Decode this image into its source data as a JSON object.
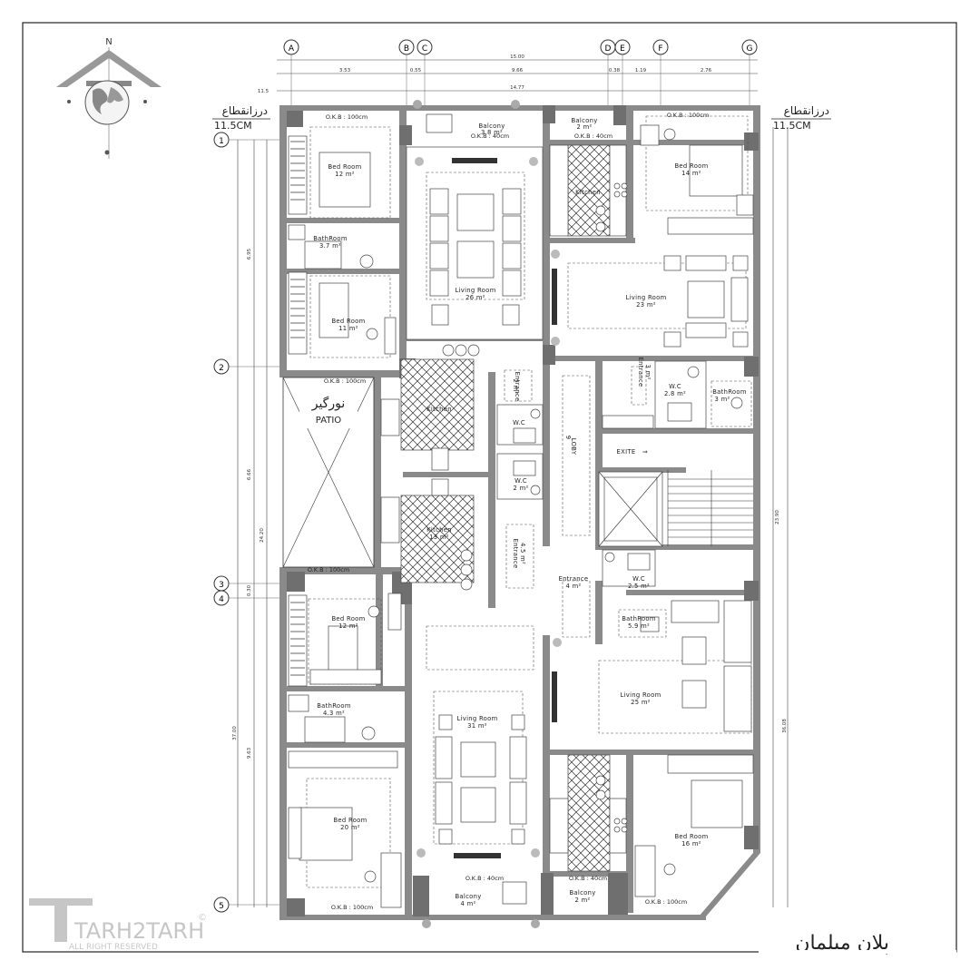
{
  "title_fa": "پلان مبلمان",
  "watermark": {
    "brand": "TARH2TARH",
    "rights": "ALL RIGHT RESERVED"
  },
  "north": {
    "label": "N"
  },
  "section_labels": {
    "left": {
      "fa": "درزانقطاع",
      "value": "11.5CM"
    },
    "right": {
      "fa": "درزانقطاع",
      "value": "11.5CM"
    }
  },
  "grid_columns": [
    "A",
    "B",
    "C",
    "D",
    "E",
    "F",
    "G"
  ],
  "grid_rows": [
    "1",
    "2",
    "3",
    "4",
    "5"
  ],
  "dims_top": {
    "total": "15.00",
    "inner": "14.77",
    "seg": [
      "3.53",
      "0.55",
      "9.66",
      "0.38",
      "1.19",
      "2.76"
    ],
    "left": "11.5"
  },
  "dims_left": {
    "a": "6.95",
    "b": "6.66",
    "c": "0.30",
    "d": "9.63",
    "t1": "24.20",
    "t2": "37.00"
  },
  "dims_right": {
    "t1": "23.90",
    "t2": "36.08"
  },
  "ok_labels": {
    "w100": "O.K.B : 100cm",
    "w40": "O.K.B : 40cm"
  },
  "rooms": {
    "bed_tl": {
      "name": "Bed Room",
      "area": "12 m²"
    },
    "bath_tl": {
      "name": "BathRoom",
      "area": "3.7 m²"
    },
    "bed_ml": {
      "name": "Bed Room",
      "area": "11 m²"
    },
    "balcony_t": {
      "name": "Balcony",
      "area": "3.8 m²"
    },
    "living_tc": {
      "name": "Living Room",
      "area": "26 m²"
    },
    "balcony_tr": {
      "name": "Balcony",
      "area": "2 m²"
    },
    "kitchen_tr": {
      "name": "Kitchen"
    },
    "bed_tr": {
      "name": "Bed Room",
      "area": "14 m²"
    },
    "living_tr": {
      "name": "Living Room",
      "area": "23 m²"
    },
    "patio": {
      "fa": "نورگیر",
      "en": "PATIO"
    },
    "kitchen_m1": {
      "name": "Kitchen"
    },
    "entrance_m1": {
      "name": "Entrance",
      "area": "2 m²"
    },
    "wc_m1": {
      "name": "W.C"
    },
    "wc_m2": {
      "name": "W.C",
      "area": "2 m²"
    },
    "lobby": {
      "name": "LOBY",
      "area": "9"
    },
    "entrance_r": {
      "name": "Entrance",
      "area": "3 m²"
    },
    "wc_r": {
      "name": "W.C",
      "area": "2.8 m²"
    },
    "bath_r": {
      "name": "BathRoom",
      "area": "3 m²"
    },
    "exit": {
      "name": "EXITE"
    },
    "kitchen_m2": {
      "name": "Kitchen",
      "area": "13 m²"
    },
    "entrance_m2": {
      "name": "Entrance",
      "area": "4.5 m²"
    },
    "entrance_c": {
      "name": "Entrance",
      "area": "4 m²"
    },
    "wc_c": {
      "name": "W.C",
      "area": "2.5 m²"
    },
    "bath_c": {
      "name": "BathRoom",
      "area": "5.9 m²"
    },
    "bed_bl": {
      "name": "Bed Room",
      "area": "12 m²"
    },
    "bath_bl": {
      "name": "BathRoom",
      "area": "4.3 m²"
    },
    "living_bc": {
      "name": "Living Room",
      "area": "31 m²"
    },
    "living_br": {
      "name": "Living Room",
      "area": "25 m²"
    },
    "bed_bl2": {
      "name": "Bed Room",
      "area": "20 m²"
    },
    "bed_br": {
      "name": "Bed Room",
      "area": "16 m²"
    },
    "balcony_b": {
      "name": "Balcony",
      "area": "4 m²"
    },
    "balcony_br": {
      "name": "Balcony",
      "area": "2 m²"
    }
  }
}
